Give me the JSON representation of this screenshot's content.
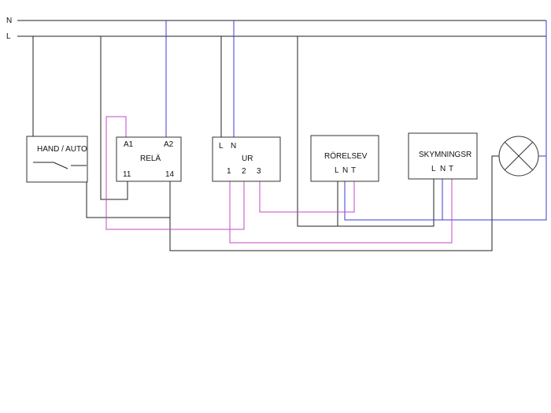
{
  "rails": {
    "n_label": "N",
    "l_label": "L"
  },
  "hand_auto": {
    "title": "HAND / AUTO"
  },
  "rela": {
    "title": "RELÄ",
    "a1": "A1",
    "a2": "A2",
    "t11": "11",
    "t14": "14"
  },
  "ur": {
    "title": "UR",
    "l": "L",
    "n": "N",
    "t1": "1",
    "t2": "2",
    "t3": "3"
  },
  "rorelsev": {
    "title": "RÖRELSEV",
    "l": "L",
    "n": "N",
    "t": "T"
  },
  "skymningsr": {
    "title": "SKYMNINGSR",
    "l": "L",
    "n": "N",
    "t": "T"
  },
  "colors": {
    "live": "#222222",
    "neutral": "#3b3bd0",
    "control": "#c04ac8"
  }
}
